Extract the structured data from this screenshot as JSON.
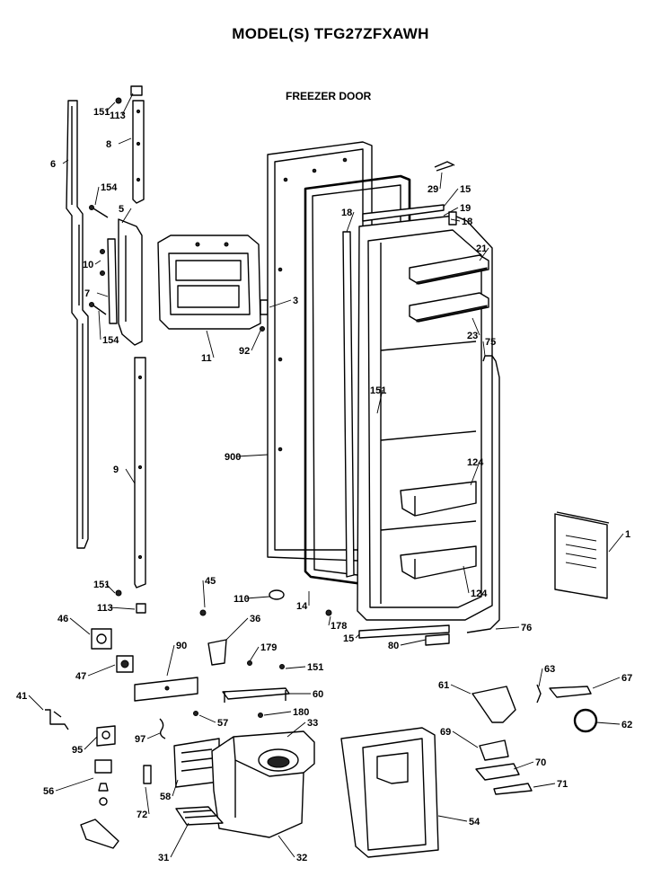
{
  "header": {
    "title": "MODEL(S) TFG27ZFXAWH",
    "subtitle": "FREEZER DOOR"
  },
  "callouts": [
    "151",
    "113",
    "6",
    "8",
    "154",
    "5",
    "10",
    "7",
    "154",
    "11",
    "92",
    "3",
    "900",
    "9",
    "151",
    "113",
    "45",
    "110",
    "46",
    "36",
    "90",
    "179",
    "151",
    "47",
    "60",
    "41",
    "57",
    "180",
    "33",
    "95",
    "97",
    "56",
    "72",
    "58",
    "31",
    "32",
    "29",
    "15",
    "19",
    "18",
    "18",
    "21",
    "23",
    "75",
    "151",
    "124",
    "124",
    "14",
    "178",
    "15",
    "80",
    "76",
    "1",
    "61",
    "63",
    "67",
    "62",
    "69",
    "70",
    "71",
    "54"
  ]
}
